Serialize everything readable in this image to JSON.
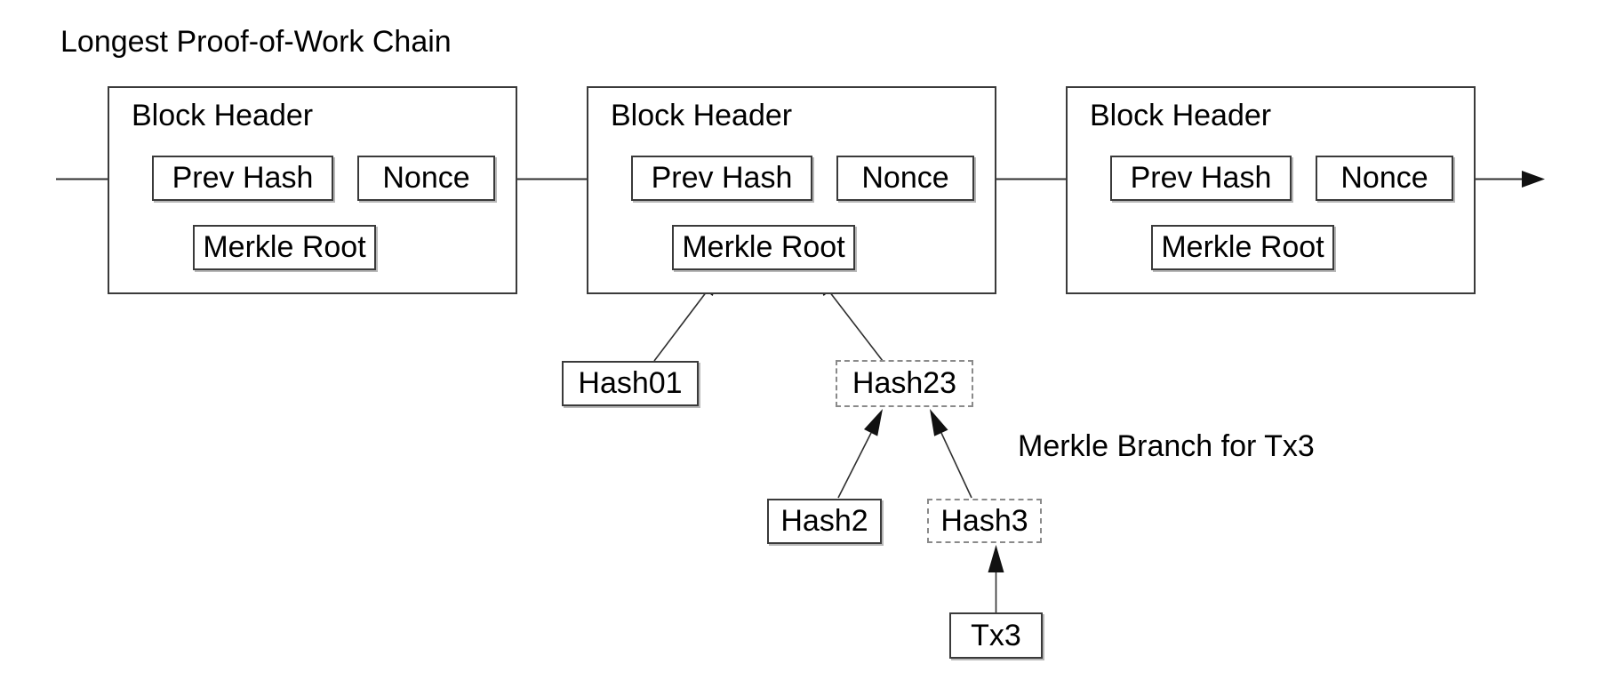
{
  "title": "Longest Proof-of-Work Chain",
  "branch_label": "Merkle Branch for Tx3",
  "blocks": [
    {
      "header": "Block Header",
      "prev_hash": "Prev Hash",
      "nonce": "Nonce",
      "merkle_root": "Merkle Root"
    },
    {
      "header": "Block Header",
      "prev_hash": "Prev Hash",
      "nonce": "Nonce",
      "merkle_root": "Merkle Root"
    },
    {
      "header": "Block Header",
      "prev_hash": "Prev Hash",
      "nonce": "Nonce",
      "merkle_root": "Merkle Root"
    }
  ],
  "merkle_nodes": {
    "hash01": "Hash01",
    "hash23": "Hash23",
    "hash2": "Hash2",
    "hash3": "Hash3",
    "tx3": "Tx3"
  },
  "colors": {
    "background": "#ffffff",
    "text": "#000000",
    "stroke": "#3a3a3a",
    "arrow_fill": "#111111",
    "dashed_border": "#8a8a8a"
  }
}
